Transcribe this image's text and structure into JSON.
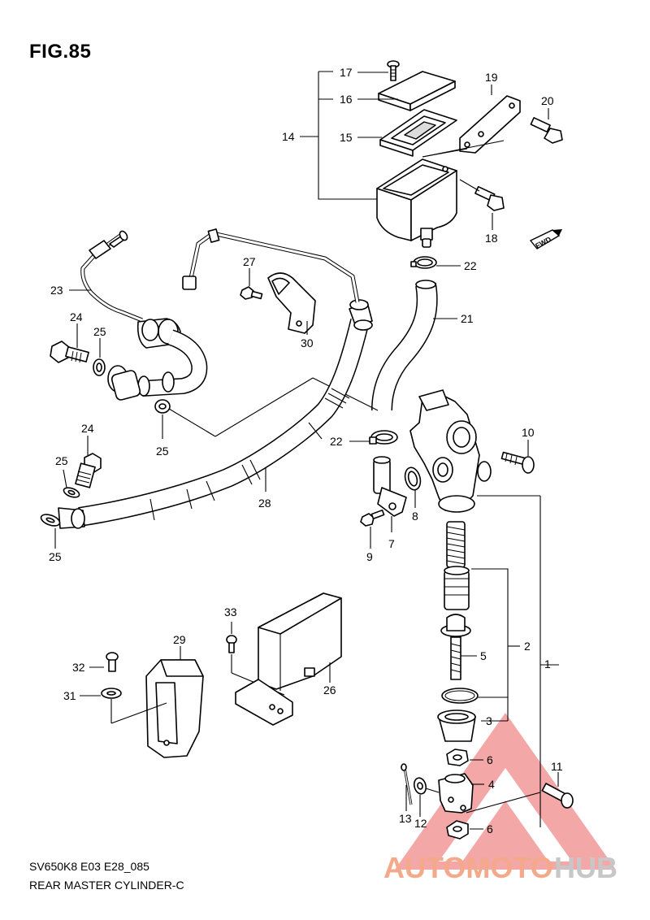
{
  "figure": {
    "title": "FIG.85",
    "code": "SV650K8 E03 E28_085",
    "name": "REAR MASTER CYLINDER-C"
  },
  "fwd_badge": {
    "text": "FWD",
    "icon": "forward-arrow-icon"
  },
  "watermark": {
    "part1": "AUTOMOTO",
    "part2": "HUB",
    "color1": "#f4a98a",
    "color2": "#c7c7c7",
    "triangle_color": "#f08a8a"
  },
  "callouts": [
    "1",
    "2",
    "3",
    "4",
    "5",
    "6",
    "6",
    "7",
    "8",
    "9",
    "10",
    "11",
    "12",
    "13",
    "14",
    "15",
    "16",
    "17",
    "18",
    "19",
    "20",
    "21",
    "22",
    "22",
    "23",
    "24",
    "24",
    "25",
    "25",
    "25",
    "25",
    "26",
    "27",
    "28",
    "29",
    "30",
    "31",
    "32",
    "33"
  ]
}
